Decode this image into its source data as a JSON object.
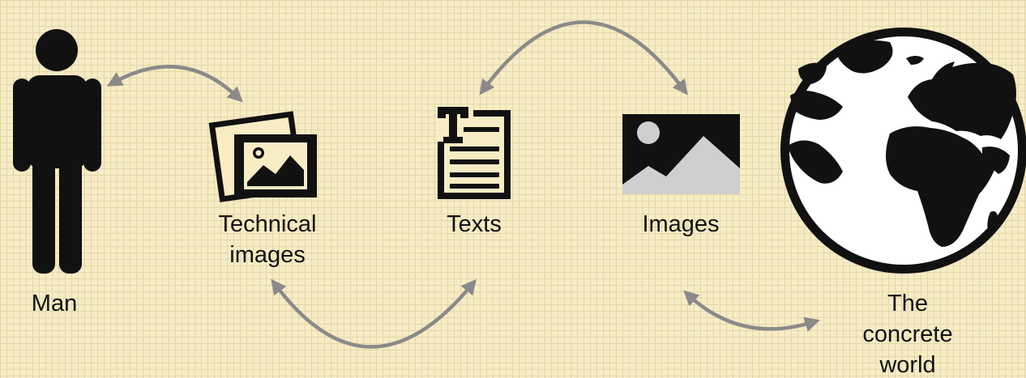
{
  "nodes": {
    "man": {
      "lines": [
        "Man"
      ],
      "icon": "person-icon"
    },
    "technical_images": {
      "lines": [
        "Technical",
        "images"
      ],
      "icon": "photo-stack-icon"
    },
    "texts": {
      "lines": [
        "Texts"
      ],
      "icon": "text-document-icon"
    },
    "images": {
      "lines": [
        "Images"
      ],
      "icon": "landscape-image-icon"
    },
    "concrete_world": {
      "lines": [
        "The",
        "concrete",
        "world"
      ],
      "icon": "globe-icon"
    }
  },
  "arrows": [
    {
      "from": "man",
      "to": "technical_images",
      "type": "bidirectional"
    },
    {
      "from": "technical_images",
      "to": "texts",
      "type": "bidirectional"
    },
    {
      "from": "texts",
      "to": "images",
      "type": "bidirectional"
    },
    {
      "from": "images",
      "to": "concrete_world",
      "type": "bidirectional"
    }
  ],
  "colors": {
    "background": "#f8ecc4",
    "grid": "#e2d6ad",
    "icon": "#111111",
    "arrow": "#8a8a8a",
    "image_gray": "#cfcfcf"
  }
}
